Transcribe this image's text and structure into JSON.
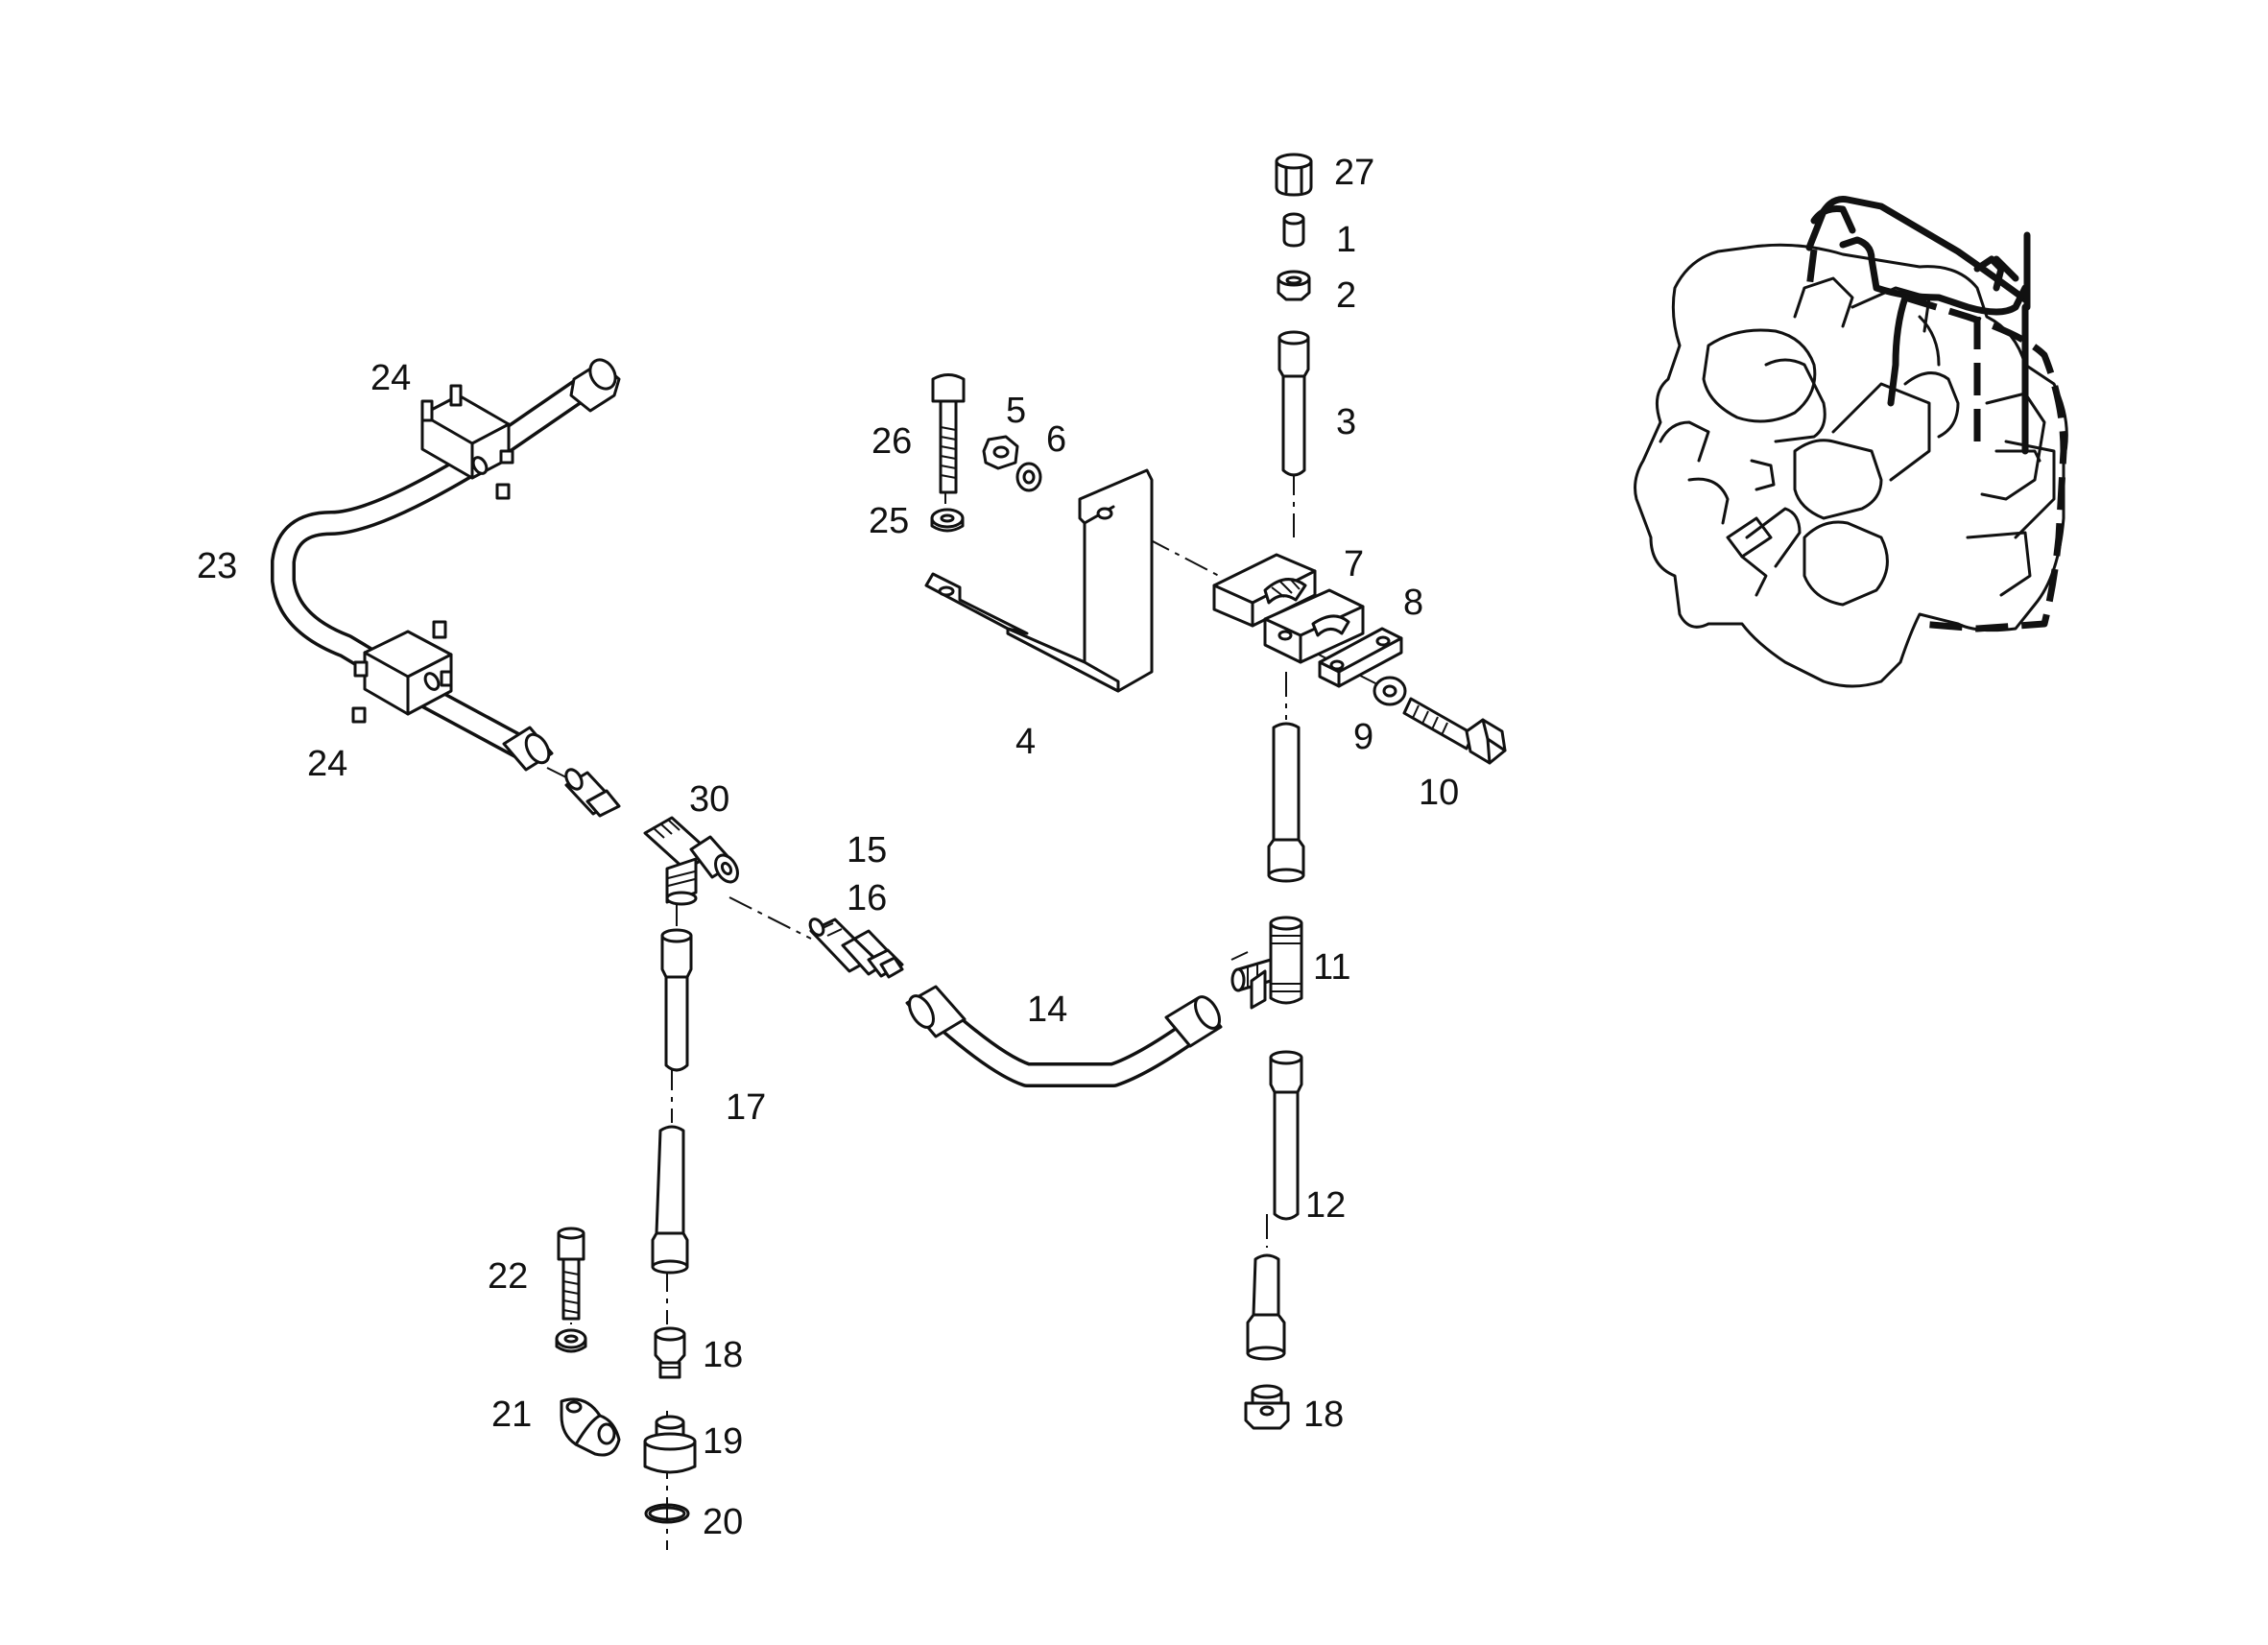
{
  "callouts": {
    "c27": "27",
    "c1": "1",
    "c2": "2",
    "c3": "3",
    "c4": "4",
    "c5": "5",
    "c6": "6",
    "c7": "7",
    "c8": "8",
    "c9": "9",
    "c10": "10",
    "c11": "11",
    "c12": "12",
    "c14": "14",
    "c15": "15",
    "c16": "16",
    "c17": "17",
    "c18a": "18",
    "c18b": "18",
    "c19": "19",
    "c20": "20",
    "c21": "21",
    "c22": "22",
    "c23": "23",
    "c24a": "24",
    "c24b": "24",
    "c25": "25",
    "c26": "26",
    "c30": "30"
  }
}
